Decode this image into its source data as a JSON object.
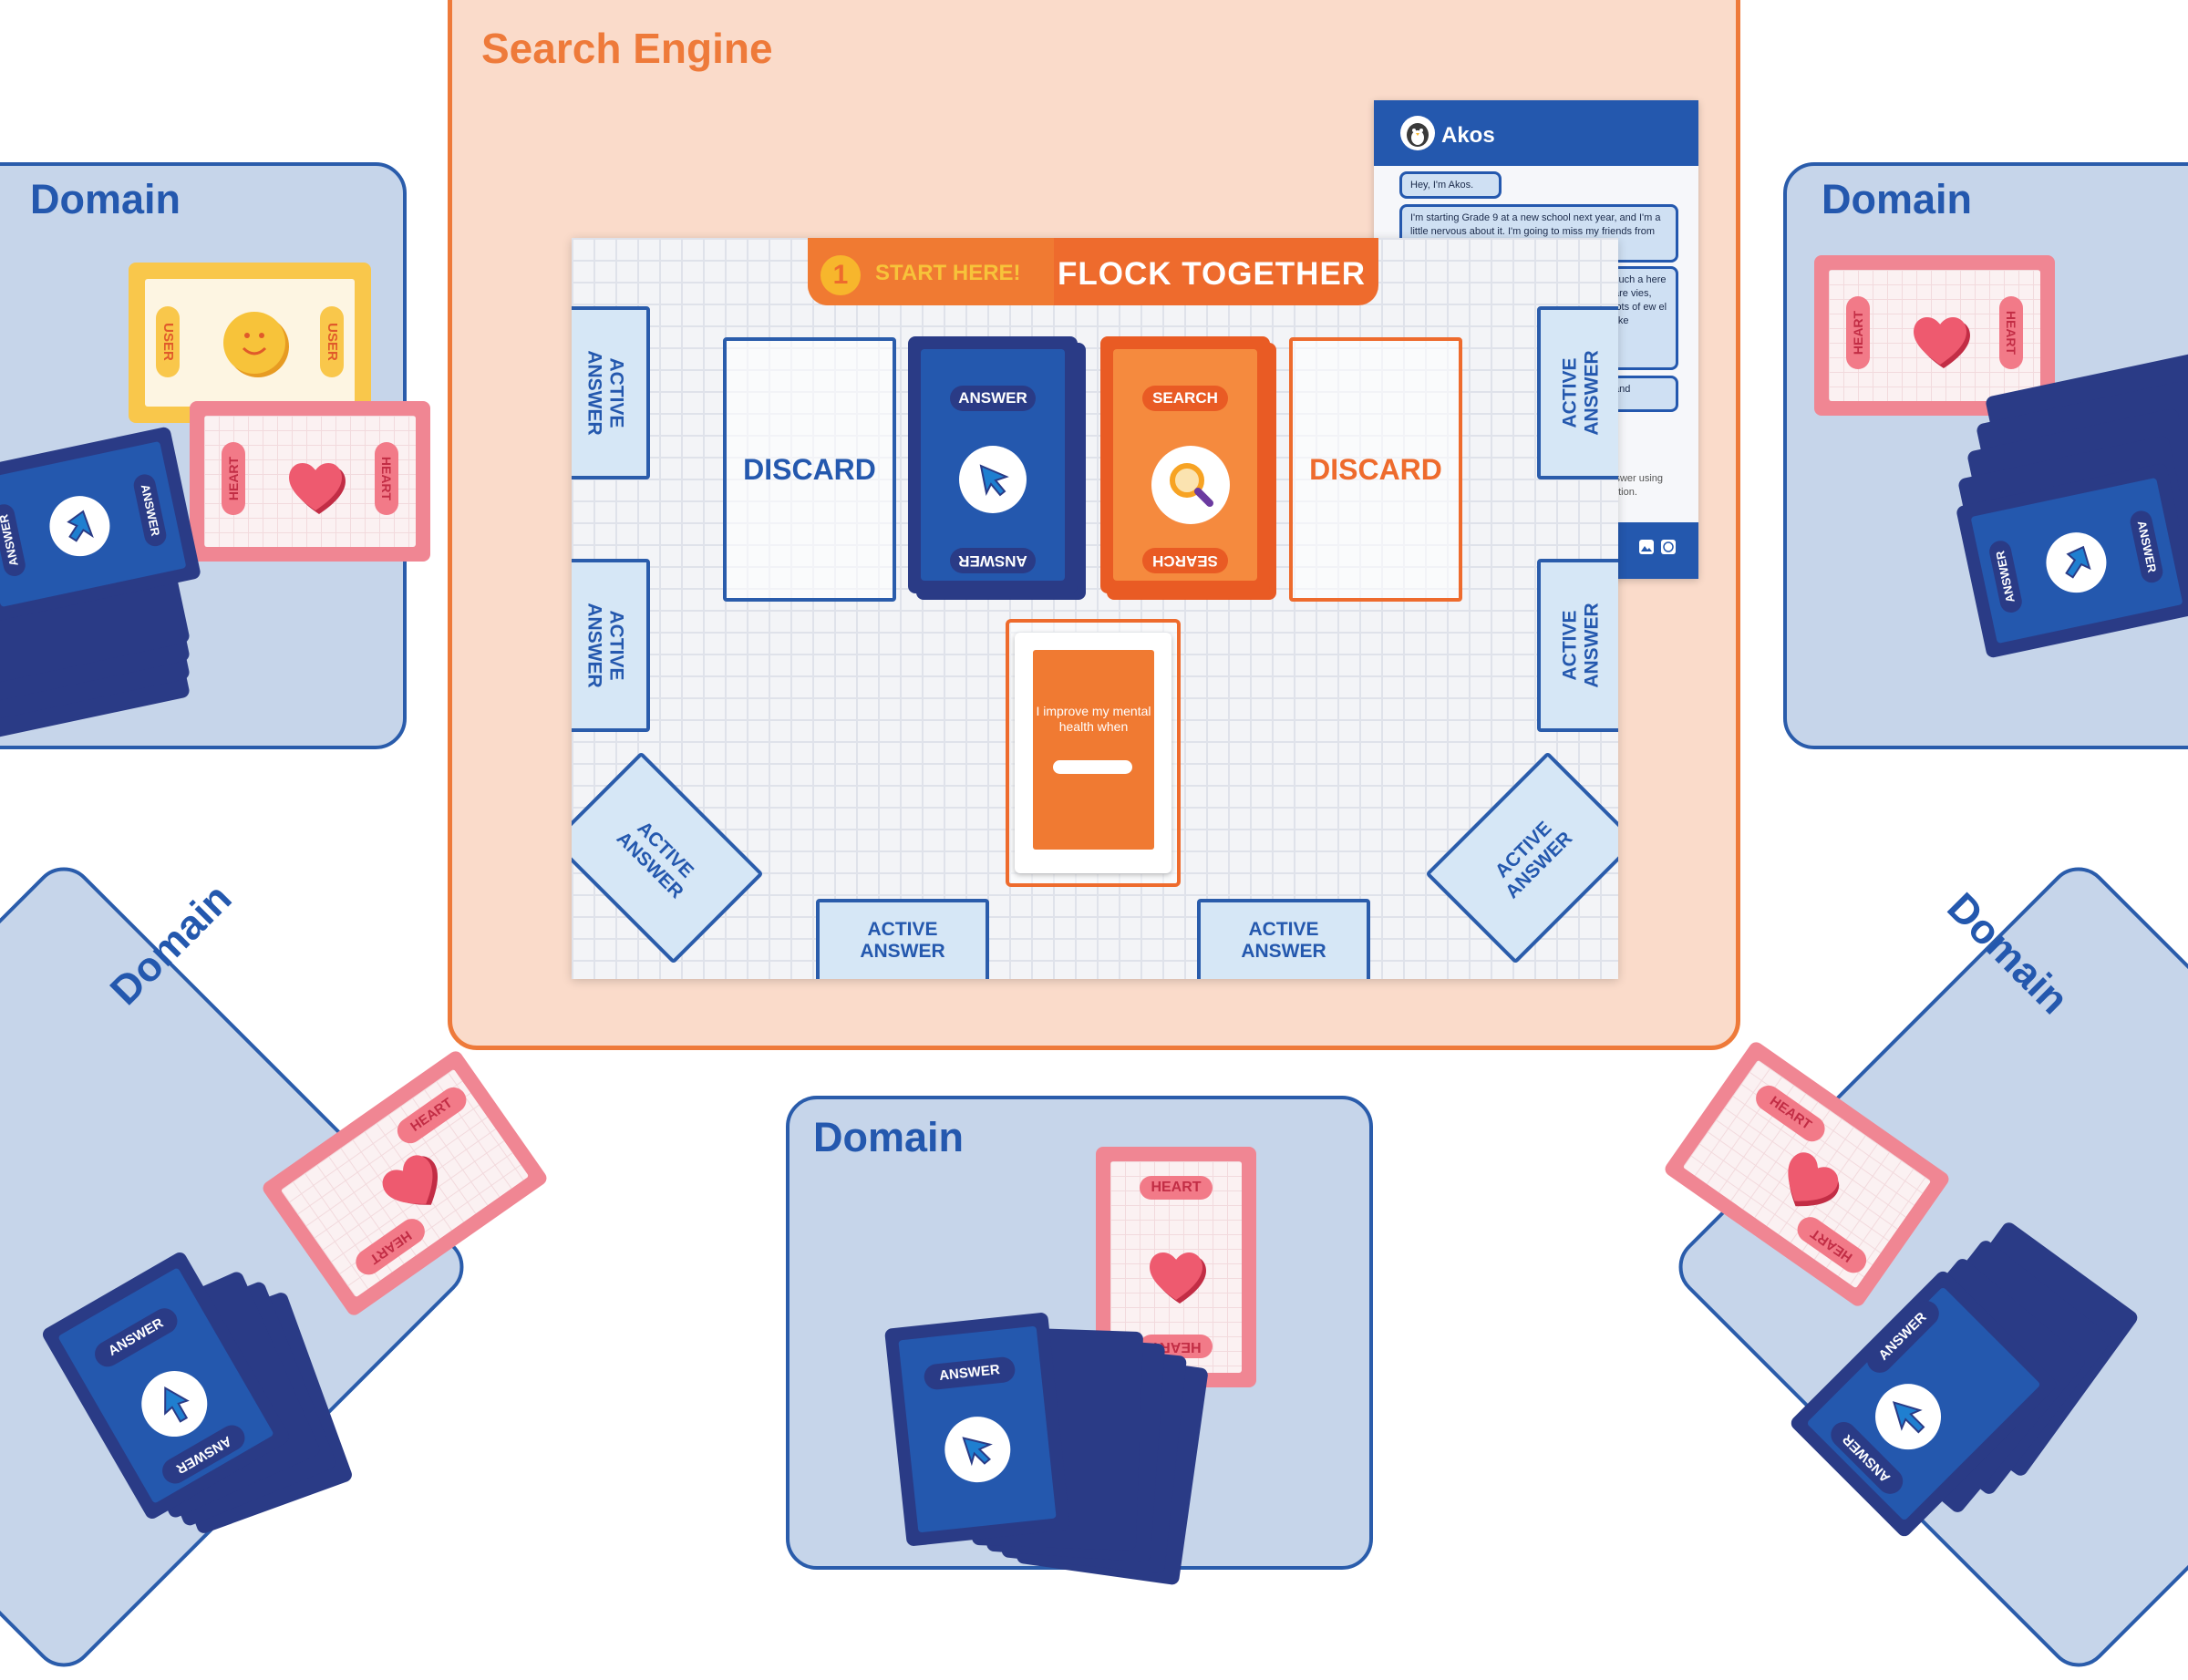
{
  "engine": {
    "title": "Search Engine"
  },
  "board": {
    "banner_number": "1",
    "banner_start": "START HERE!",
    "banner_title": "FLOCK TOGETHER",
    "discard_label": "DISCARD",
    "active_answer_label": "ACTIVE\nANSWER",
    "prompt_text": "I improve my mental health when"
  },
  "cards": {
    "answer_label": "ANSWER",
    "search_label": "SEARCH",
    "heart_label": "HEART",
    "user_label": "USER"
  },
  "domains": {
    "label": "Domain"
  },
  "chat": {
    "name": "Akos",
    "messages": [
      "Hey, I'm Akos.",
      "I'm starting Grade 9 at a new school next year, and I'm a little nervous about it. I'm going to miss my friends from my old school.",
      "such a here are vies, lots of ew el like",
      "and"
    ],
    "snippet": "iswer using ution."
  },
  "colors": {
    "domain_fill": "#c6d5ea",
    "domain_border": "#2a5cab",
    "engine_fill": "#fadbca",
    "engine_border": "#ee7a3a",
    "answer_dark": "#2a3b86",
    "answer_blue": "#2458ae",
    "search_orange": "#e95b24",
    "heart_pink": "#f08693",
    "user_yellow": "#f9c74b"
  },
  "icons": [
    "cursor-arrow-icon",
    "magnifier-icon",
    "heart-icon",
    "smiley-icon",
    "penguin-avatar-icon",
    "image-icon",
    "emoji-icon"
  ]
}
